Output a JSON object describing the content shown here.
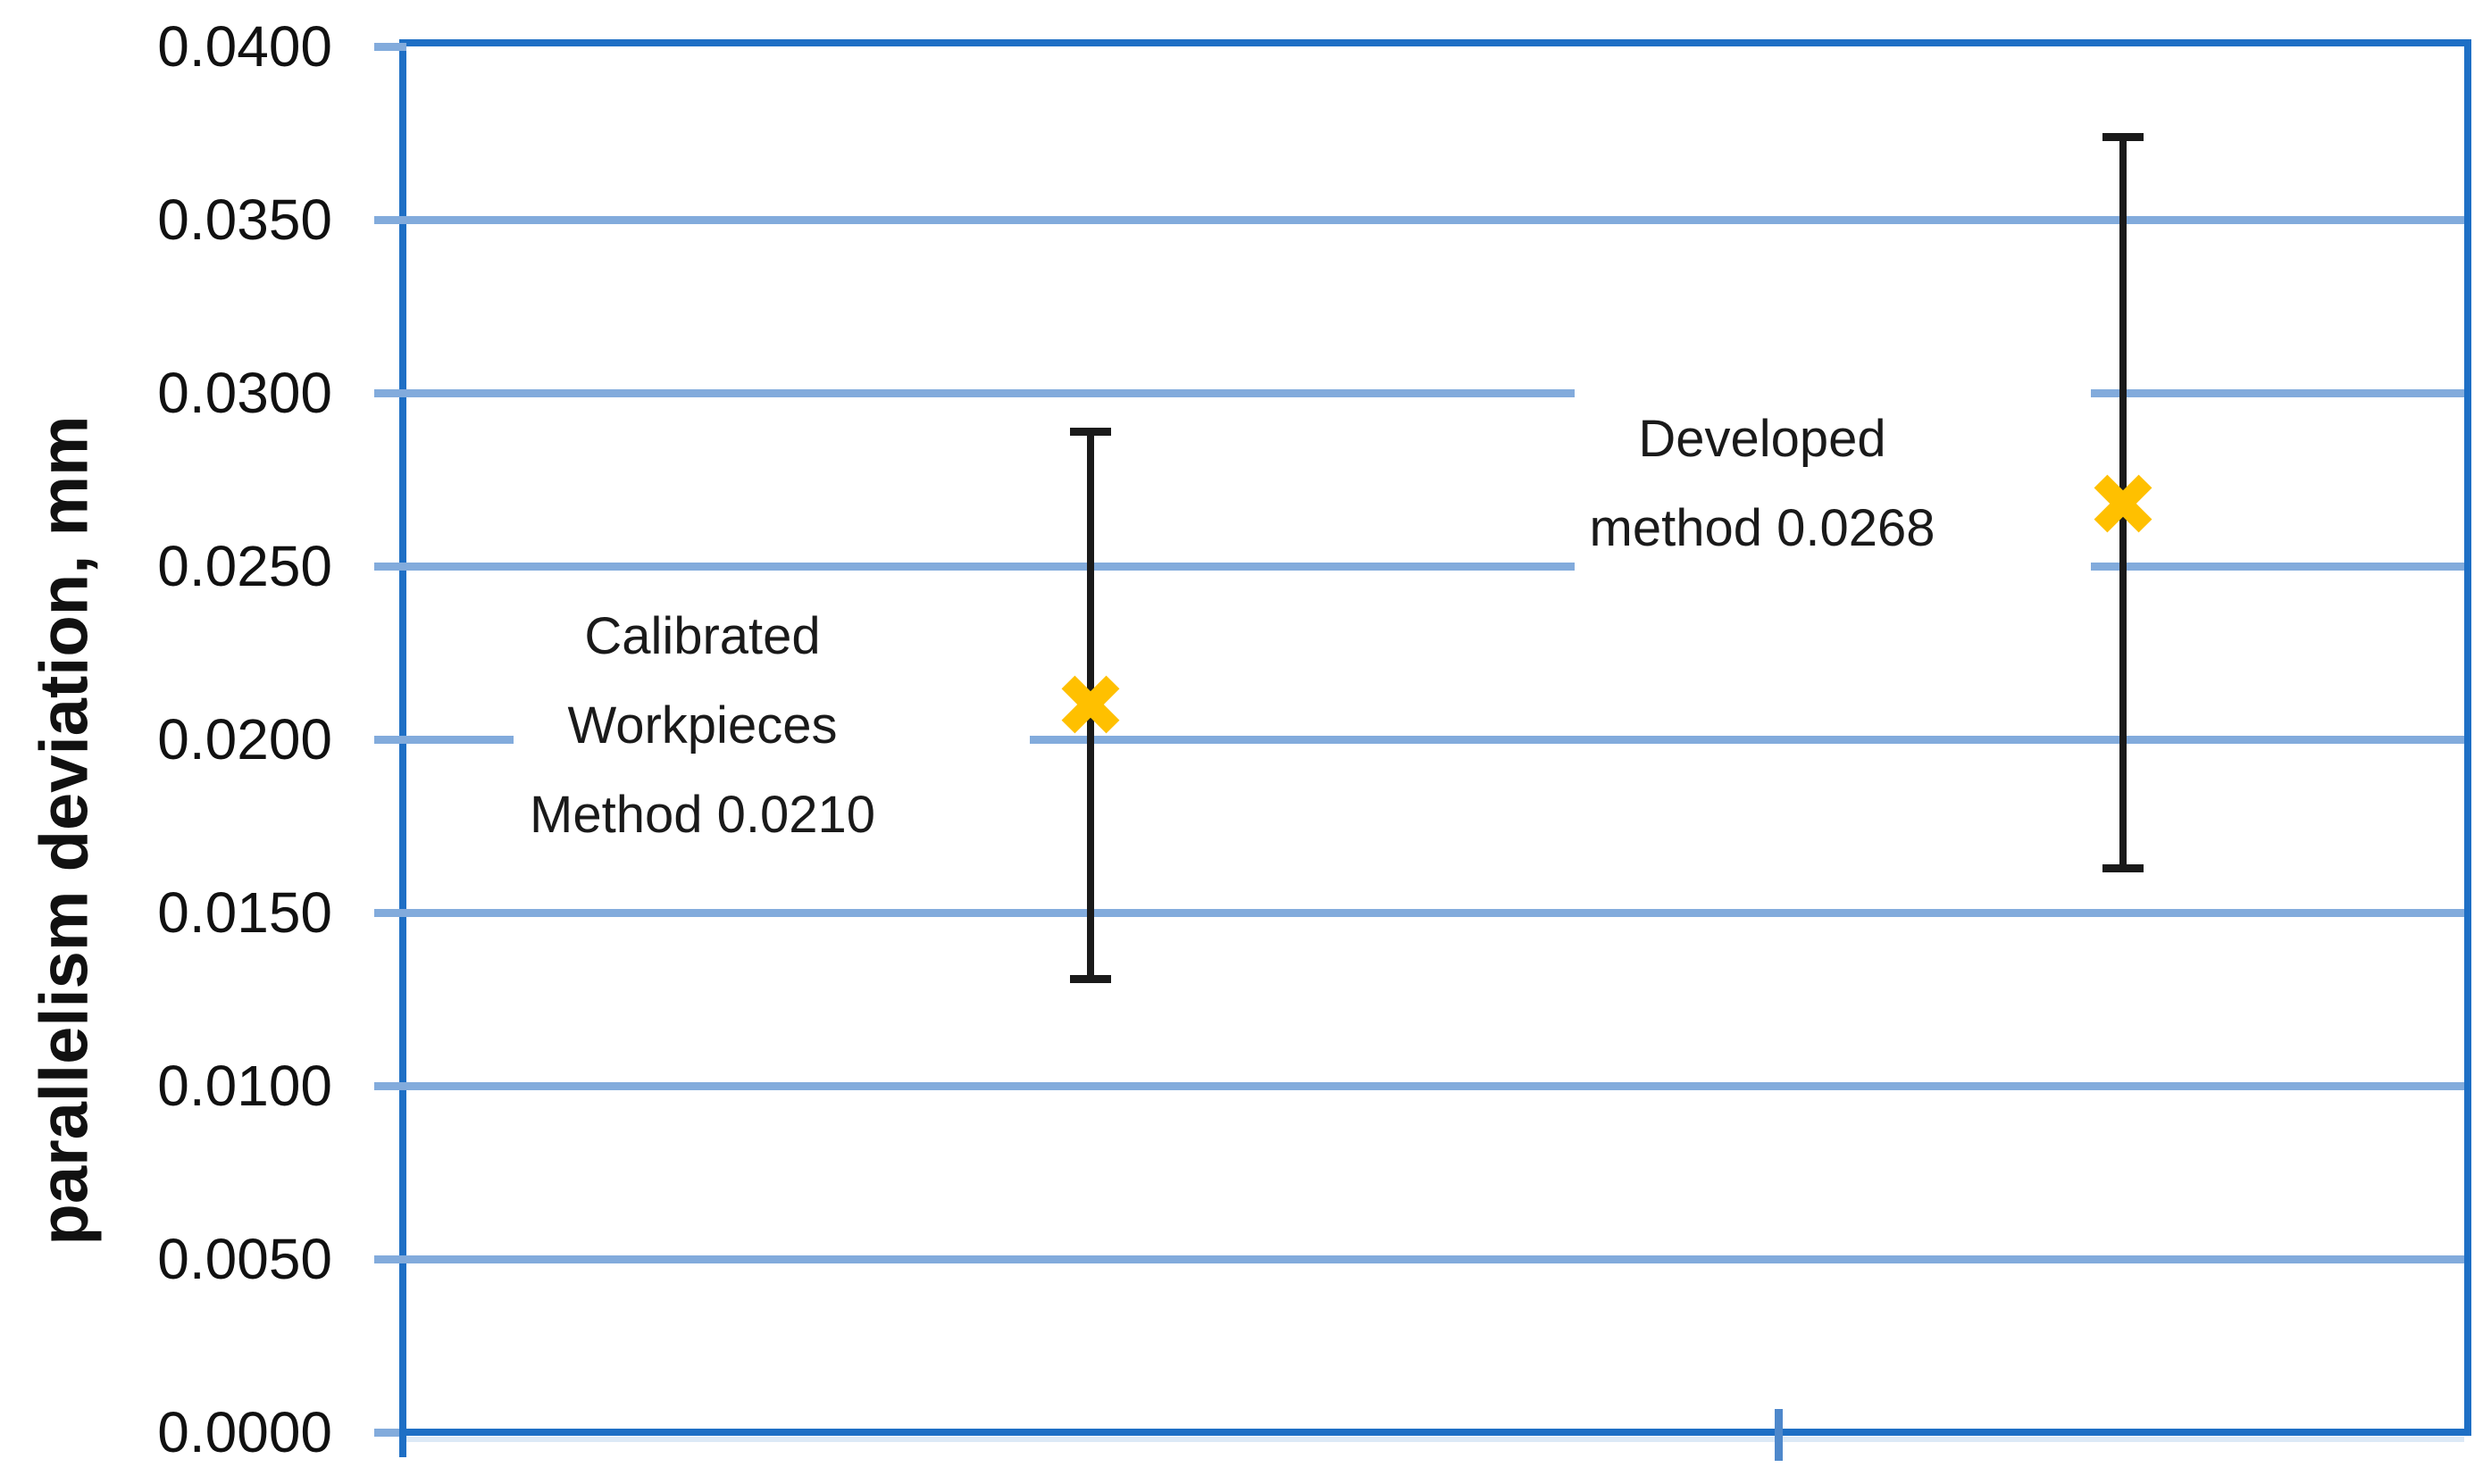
{
  "chart_data": {
    "type": "scatter",
    "title": "",
    "xlabel": "",
    "ylabel": "parallelism deviation, mm",
    "ylim": [
      0.0,
      0.04
    ],
    "ytick_step": 0.005,
    "ytick_labels": [
      "0.0000",
      "0.0050",
      "0.0100",
      "0.0150",
      "0.0200",
      "0.0250",
      "0.0300",
      "0.0350",
      "0.0400"
    ],
    "grid": true,
    "legend": "none",
    "points": [
      {
        "name": "Calibrated Workpieces Method",
        "label_lines": [
          "Calibrated",
          "Workpieces",
          "Method 0.0210"
        ],
        "value": 0.021,
        "error_low": 0.0131,
        "error_high": 0.0289,
        "x_frac": 0.3325
      },
      {
        "name": "Developed method",
        "label_lines": [
          "Developed",
          "method 0.0268"
        ],
        "value": 0.0268,
        "error_low": 0.0163,
        "error_high": 0.0374,
        "x_frac": 0.834
      }
    ],
    "x_axis_ticks_frac": [
      0.6667
    ],
    "colors": {
      "marker": "#FFC000",
      "axis_border": "#1E6FC5",
      "gridline": "#82ABDC",
      "x_tick": "#4E88CB",
      "under_axis_halo": "#DCE9F6",
      "error_bar": "#1A1A1A",
      "label_text": "#1A1A1A"
    }
  }
}
